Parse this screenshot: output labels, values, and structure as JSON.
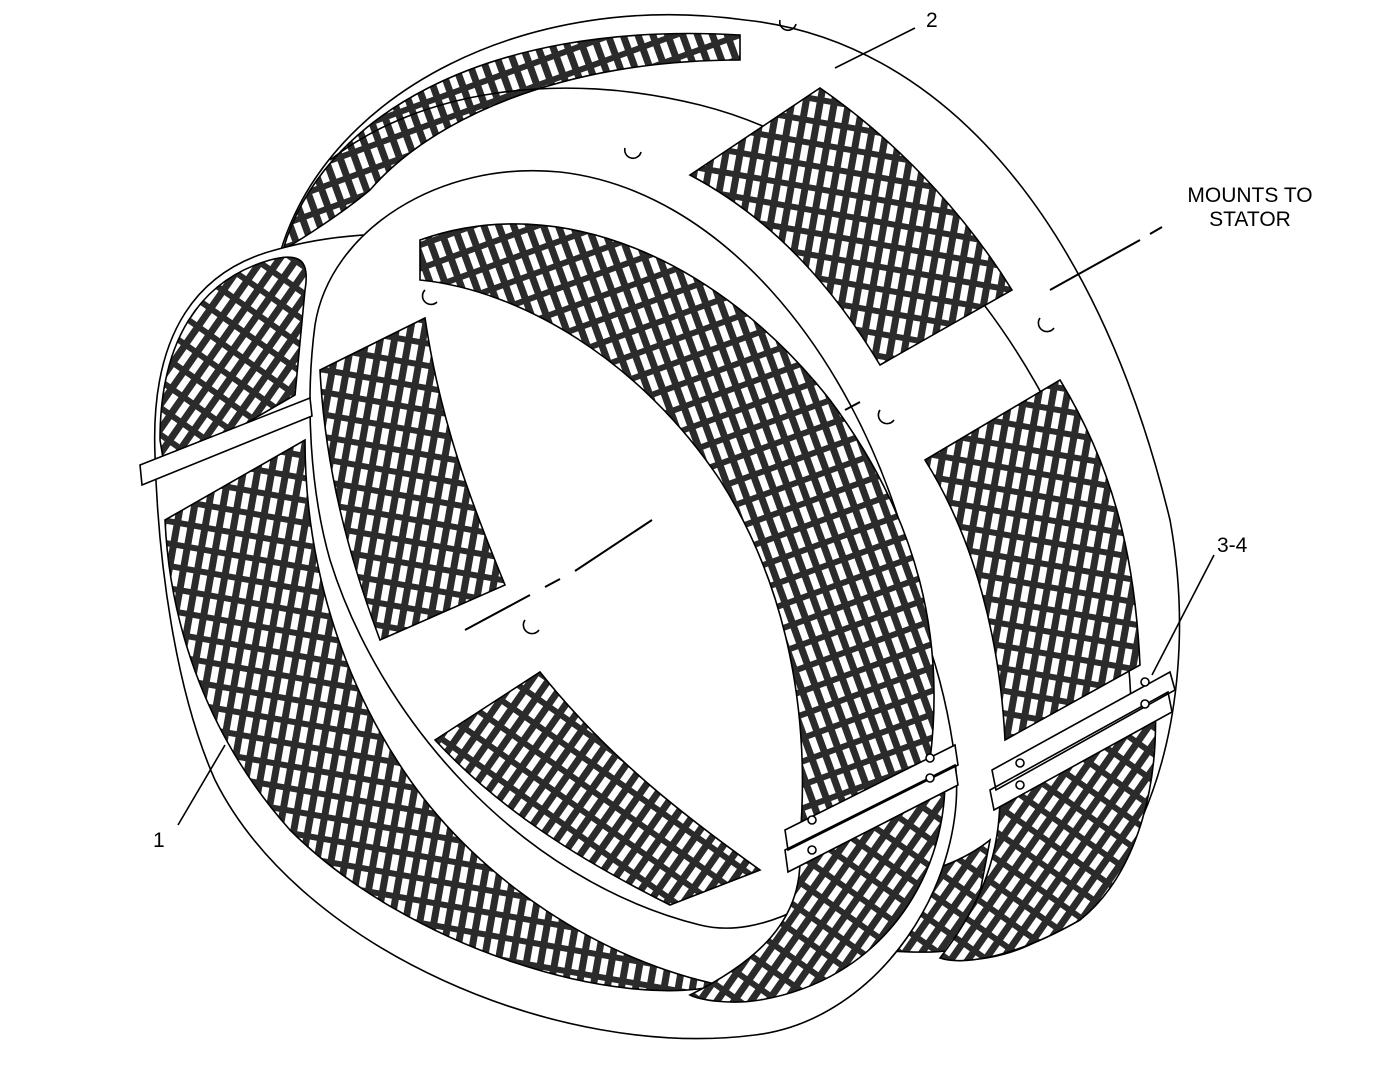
{
  "callouts": {
    "item_1": "1",
    "item_2": "2",
    "item_3_4": "3-4",
    "mounts_to_stator": "MOUNTS TO\nSTATOR"
  },
  "colors": {
    "line": "#000000",
    "band_fill": "#ffffff",
    "perforation_fill": "#2b2b2b",
    "background": "#ffffff"
  }
}
